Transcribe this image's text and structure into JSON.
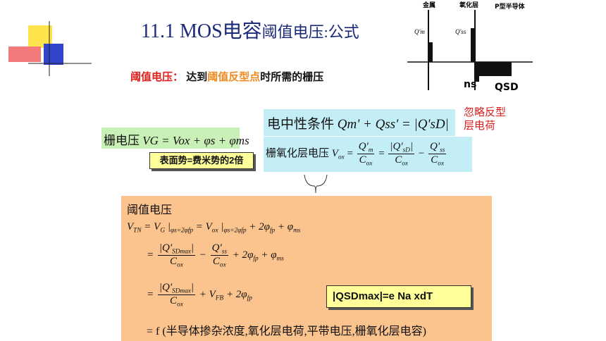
{
  "header": {
    "title_main": "11.1 MOS电容",
    "title_sub": "阈值电压:公式",
    "subtitle_label": "阈值电压：",
    "subtitle_pre": "达到",
    "subtitle_key": "阈值反型点",
    "subtitle_post": "时所需的栅压"
  },
  "diagram": {
    "label_metal": "金属",
    "label_oxide": "氧化层",
    "label_semi": "P型半导体",
    "label_qm": "Q'm",
    "label_qss": "Q'ss",
    "label_ns": "ns",
    "label_qsd": "QSD"
  },
  "equations": {
    "gate_voltage_label": "栅电压",
    "gate_voltage_eq": "VG = Vox + φs + φms",
    "surface_note": "表面势=费米势的2倍",
    "neutrality_label": "电中性条件",
    "neutrality_eq": "Qm' + Qss' = |Q'sD|",
    "ignore_note": "忽略反型层电荷",
    "oxide_label": "栅氧化层电压",
    "threshold_title": "阈值电压",
    "qsd_box": "|QSDmax|=e Na xdT",
    "final_line": "= f (半导体掺杂浓度,氧化层电荷,平带电压,栅氧化层电容)"
  },
  "colors": {
    "title": "#1b2a7a",
    "accent_red": "#e0201b",
    "accent_orange": "#f08a1e",
    "green_box": "#c9f0b7",
    "cyan_box": "#c4eef6",
    "orange_box": "#fbc38e",
    "yellow_note": "#ffff99"
  }
}
